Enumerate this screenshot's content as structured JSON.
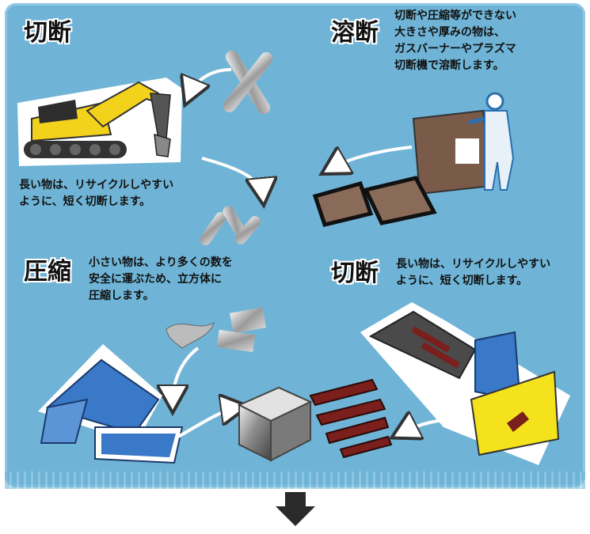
{
  "sections": {
    "cut_top": {
      "heading": "切断",
      "line1": "長い物は、リサイクルしやすい",
      "line2": "ように、短く切断します。"
    },
    "fusion": {
      "heading": "溶断",
      "line1": "切断や圧縮等ができない",
      "line2": "大きさや厚みの物は、",
      "line3": "ガスバーナーやプラズマ",
      "line4": "切断機で溶断します。"
    },
    "compress": {
      "heading": "圧縮",
      "line1": "小さい物は、より多くの数を",
      "line2": "安全に運ぶため、立方体に",
      "line3": "圧縮します。"
    },
    "cut_bottom": {
      "heading": "切断",
      "line1": "長い物は、リサイクルしやすい",
      "line2": "ように、短く切断します。"
    }
  },
  "colors": {
    "background": "#6fb4d6",
    "excavator": "#f3d21c",
    "press_blue": "#3a78c8",
    "shear_yellow": "#f4e21c",
    "rebar": "#7a1f1c",
    "slab": "#7a5a48"
  }
}
